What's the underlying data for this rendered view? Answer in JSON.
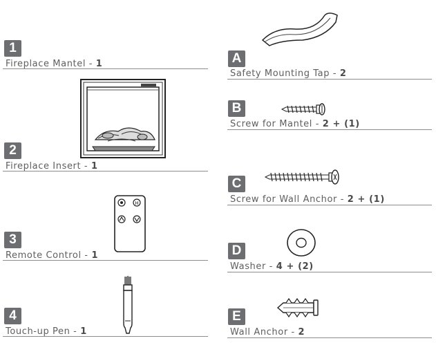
{
  "parts": [
    {
      "id": "1",
      "name": "Fireplace Mantel - ",
      "qty": "1"
    },
    {
      "id": "2",
      "name": "Fireplace Insert - ",
      "qty": "1"
    },
    {
      "id": "3",
      "name": "Remote Control - ",
      "qty": "1"
    },
    {
      "id": "4",
      "name": "Touch-up Pen - ",
      "qty": "1"
    }
  ],
  "hardware": [
    {
      "id": "A",
      "name": "Safety Mounting Tap - ",
      "qty": "2"
    },
    {
      "id": "B",
      "name": "Screw for Mantel - ",
      "qty": "2 + (1)"
    },
    {
      "id": "C",
      "name": "Screw for Wall Anchor - ",
      "qty": "2 + (1)"
    },
    {
      "id": "D",
      "name": "Washer - ",
      "qty": "4 + (2)"
    },
    {
      "id": "E",
      "name": "Wall Anchor - ",
      "qty": "2"
    }
  ],
  "colors": {
    "badge": "#6d6e71",
    "rule": "#8c8c8c",
    "text": "#5e5e5e"
  }
}
